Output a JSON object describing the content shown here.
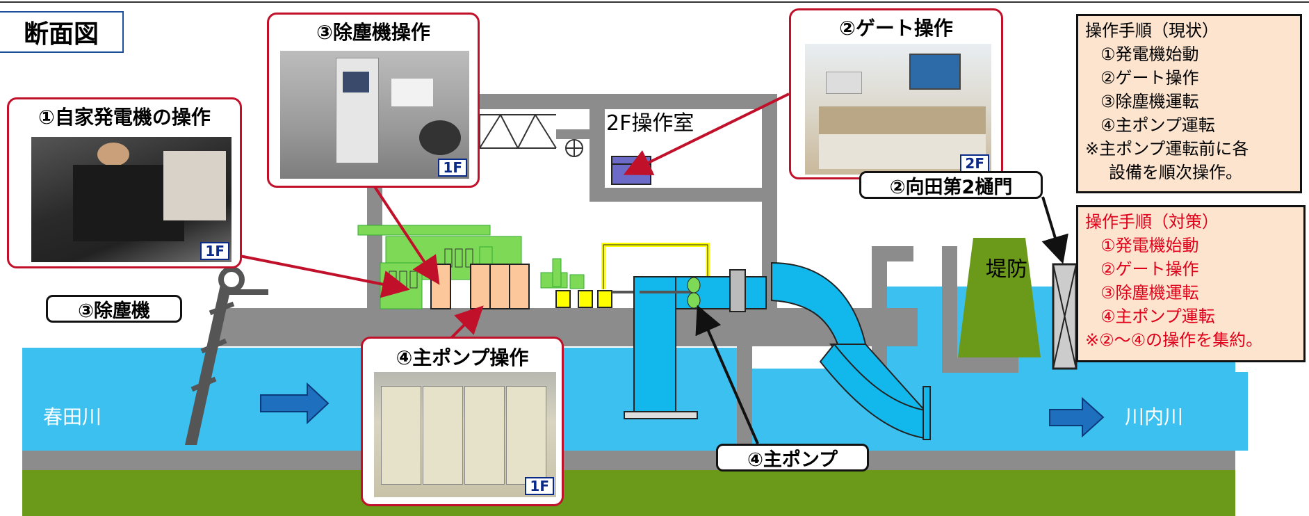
{
  "header": {
    "section_label": "断面図"
  },
  "photos": {
    "generator": {
      "title": "①自家発電機の操作",
      "floor": "1F"
    },
    "dust_remover": {
      "title": "③除塵機操作",
      "floor": "1F"
    },
    "gate": {
      "title": "②ゲート操作",
      "floor": "2F"
    },
    "main_pump": {
      "title": "④主ポンプ操作",
      "floor": "1F"
    }
  },
  "labels": {
    "dust_remover": "③除塵機",
    "sluice": "②向田第2樋門",
    "main_pump": "④主ポンプ",
    "control_room": "2F操作室",
    "embankment": "堤防",
    "river_left": "春田川",
    "river_right": "川内川"
  },
  "current_procedure": {
    "title": "操作手順（現状）",
    "steps": [
      "①発電機始動",
      "②ゲート操作",
      "③除塵機運転",
      "④主ポンプ運転"
    ],
    "note_line1": "※主ポンプ運転前に各",
    "note_line2": "設備を順次操作。",
    "color": "#000000"
  },
  "countermeasure_procedure": {
    "title": "操作手順（対策）",
    "steps": [
      "①発電機始動",
      "②ゲート操作",
      "③除塵機運転",
      "④主ポンプ運転"
    ],
    "note": "※②～④の操作を集約。",
    "color": "#e0001a"
  },
  "colors": {
    "water": "#3cc0f0",
    "ground": "#6b9a1a",
    "concrete": "#8c8c8c",
    "pump": "#12b8ec",
    "arrow": "#c0102a",
    "panel": "#fbc79b",
    "frame_red": "#c0102a"
  }
}
